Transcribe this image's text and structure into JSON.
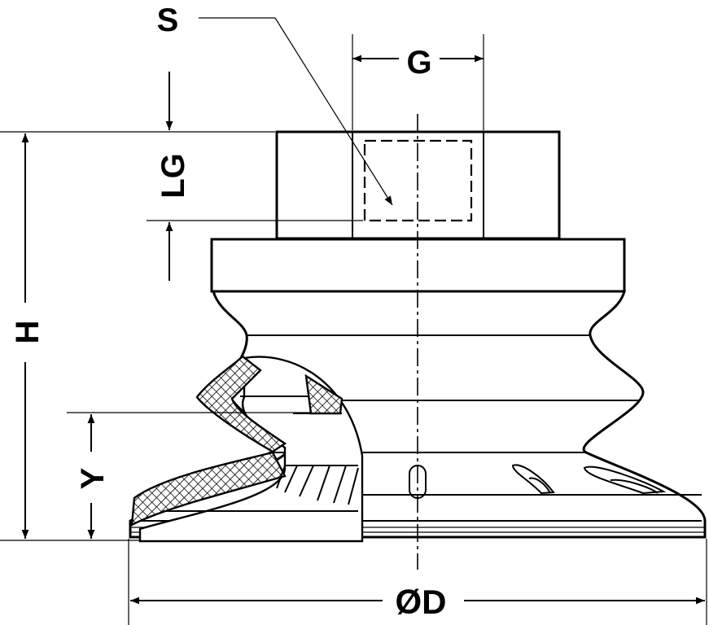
{
  "labels": {
    "s": "S",
    "g": "G",
    "lg": "LG",
    "h": "H",
    "y": "Y",
    "d": "ØD"
  }
}
